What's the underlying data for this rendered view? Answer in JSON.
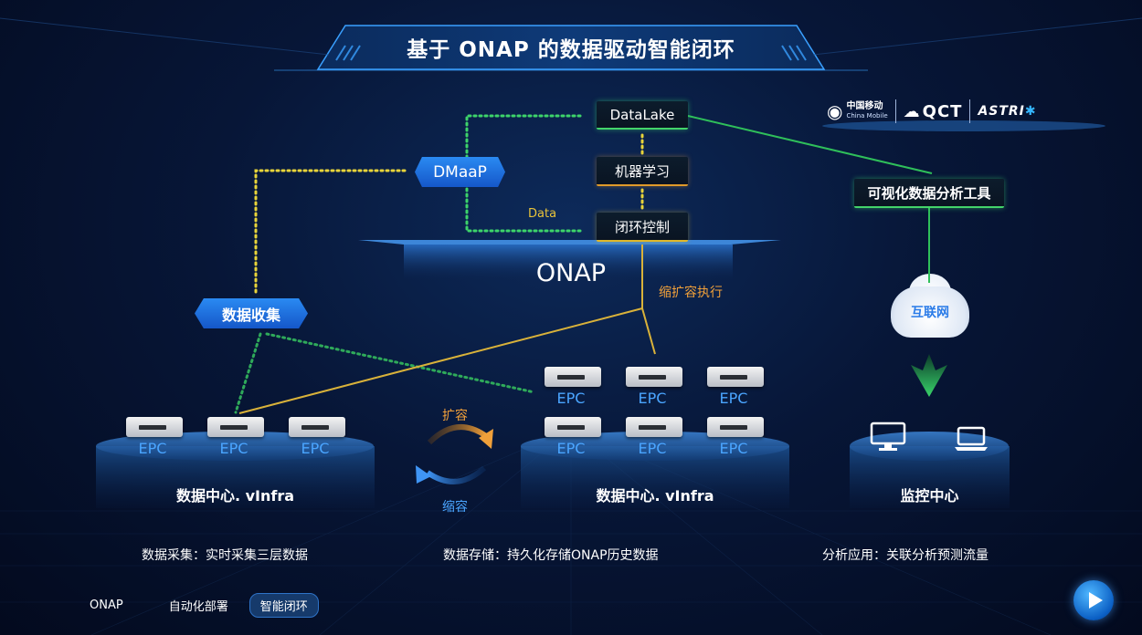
{
  "title": "基于 ONAP 的数据驱动智能闭环",
  "logos": {
    "china_mobile_cn": "中国移动",
    "china_mobile_en": "China Mobile",
    "qct": "QCT",
    "astri": "ASTRI"
  },
  "nodes": {
    "datalake": "DataLake",
    "ml": "机器学习",
    "closed_loop": "闭环控制",
    "dmaap": "DMaaP",
    "data_collect": "数据收集",
    "viz_tool": "可视化数据分析工具",
    "onap": "ONAP",
    "internet": "互联网"
  },
  "edge_labels": {
    "data": "Data",
    "scale_exec": "缩扩容执行",
    "expand": "扩容",
    "shrink": "缩容"
  },
  "epc_label": "EPC",
  "platforms": {
    "left": "数据中心. vInfra",
    "middle": "数据中心. vInfra",
    "right": "监控中心"
  },
  "captions": {
    "collect": "数据采集：实时采集三层数据",
    "store": "数据存储：持久化存储ONAP历史数据",
    "analyze": "分析应用：关联分析预测流量"
  },
  "tabs": [
    {
      "label": "ONAP",
      "active": false
    },
    {
      "label": "自动化部署",
      "active": false
    },
    {
      "label": "智能闭环",
      "active": true
    }
  ],
  "icons": [
    "china-mobile-logo",
    "qct-logo",
    "astri-logo",
    "server-icon",
    "cloud-icon",
    "monitor-icon",
    "laptop-icon",
    "down-arrow-icon",
    "refresh-arrows-icon",
    "play-icon"
  ],
  "colors": {
    "background": "#071637",
    "accent_blue": "#2a8af2",
    "green_link": "#43d46a",
    "yellow_link": "#e0c83a",
    "orange_label": "#f0a03a",
    "epc_blue": "#4aa5ff"
  }
}
